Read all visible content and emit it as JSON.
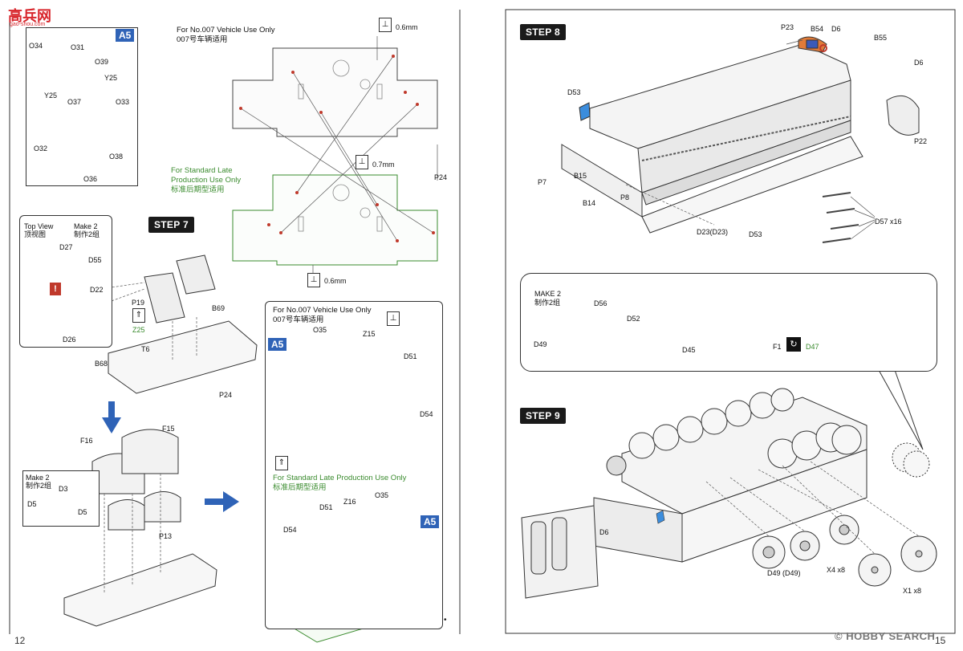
{
  "logo": {
    "text": "高兵网",
    "sub": "gao-shou.com"
  },
  "watermark": "© HOBBY SEARCH",
  "pages": {
    "left_num": "12",
    "right_num": "15"
  },
  "steps": {
    "s7": "STEP 7",
    "s8": "STEP 8",
    "s9": "STEP 9"
  },
  "callouts": {
    "a5": "A5"
  },
  "notes": {
    "no007_en": "For No.007 Vehicle Use Only",
    "no007_cn": "007号车辆适用",
    "std_en_1": "For Standard Late",
    "std_en_2": "Production Use Only",
    "std_cn": "标准后期型适用",
    "std_single_en": "For Standard Late Production Use Only",
    "topview_en": "Top View",
    "topview_cn": "顶视图",
    "make2_en": "Make 2",
    "make2_cn": "制作2组",
    "make2_caps": "MAKE 2"
  },
  "drill": {
    "d06a": "0.6mm",
    "d07": "0.7mm",
    "d06b": "0.6mm"
  },
  "labels": {
    "O34": "O34",
    "O31": "O31",
    "O39": "O39",
    "Y25a": "Y25",
    "Y25b": "Y25",
    "O37": "O37",
    "O33": "O33",
    "O32": "O32",
    "O38": "O38",
    "O36": "O36",
    "P24a": "P24",
    "P24b": "P24",
    "D27": "D27",
    "D55": "D55",
    "D22": "D22",
    "D26": "D26",
    "P19": "P19",
    "Z25": "Z25",
    "T6": "T6",
    "B68": "B68",
    "B69": "B69",
    "F16": "F16",
    "F15": "F15",
    "D3": "D3",
    "D5a": "D5",
    "D5b": "D5",
    "P13": "P13",
    "O35a": "O35",
    "Z15": "Z15",
    "D51a": "D51",
    "D54a": "D54",
    "D51b": "D51",
    "Z16": "Z16",
    "O35b": "O35",
    "D54b": "D54",
    "P23": "P23",
    "B54": "B54",
    "D6a": "D6",
    "B55": "B55",
    "D6b": "D6",
    "D53a": "D53",
    "P7": "P7",
    "B15": "B15",
    "B14": "B14",
    "P8": "P8",
    "D23": "D23(D23)",
    "D53b": "D53",
    "D57": "D57 x16",
    "P22": "P22",
    "D56": "D56",
    "D52": "D52",
    "D49a": "D49",
    "D45": "D45",
    "F1": "F1",
    "D47": "D47",
    "D6c": "D6",
    "D49b": "D49 (D49)",
    "X4": "X4 x8",
    "X1": "X1 x8"
  }
}
